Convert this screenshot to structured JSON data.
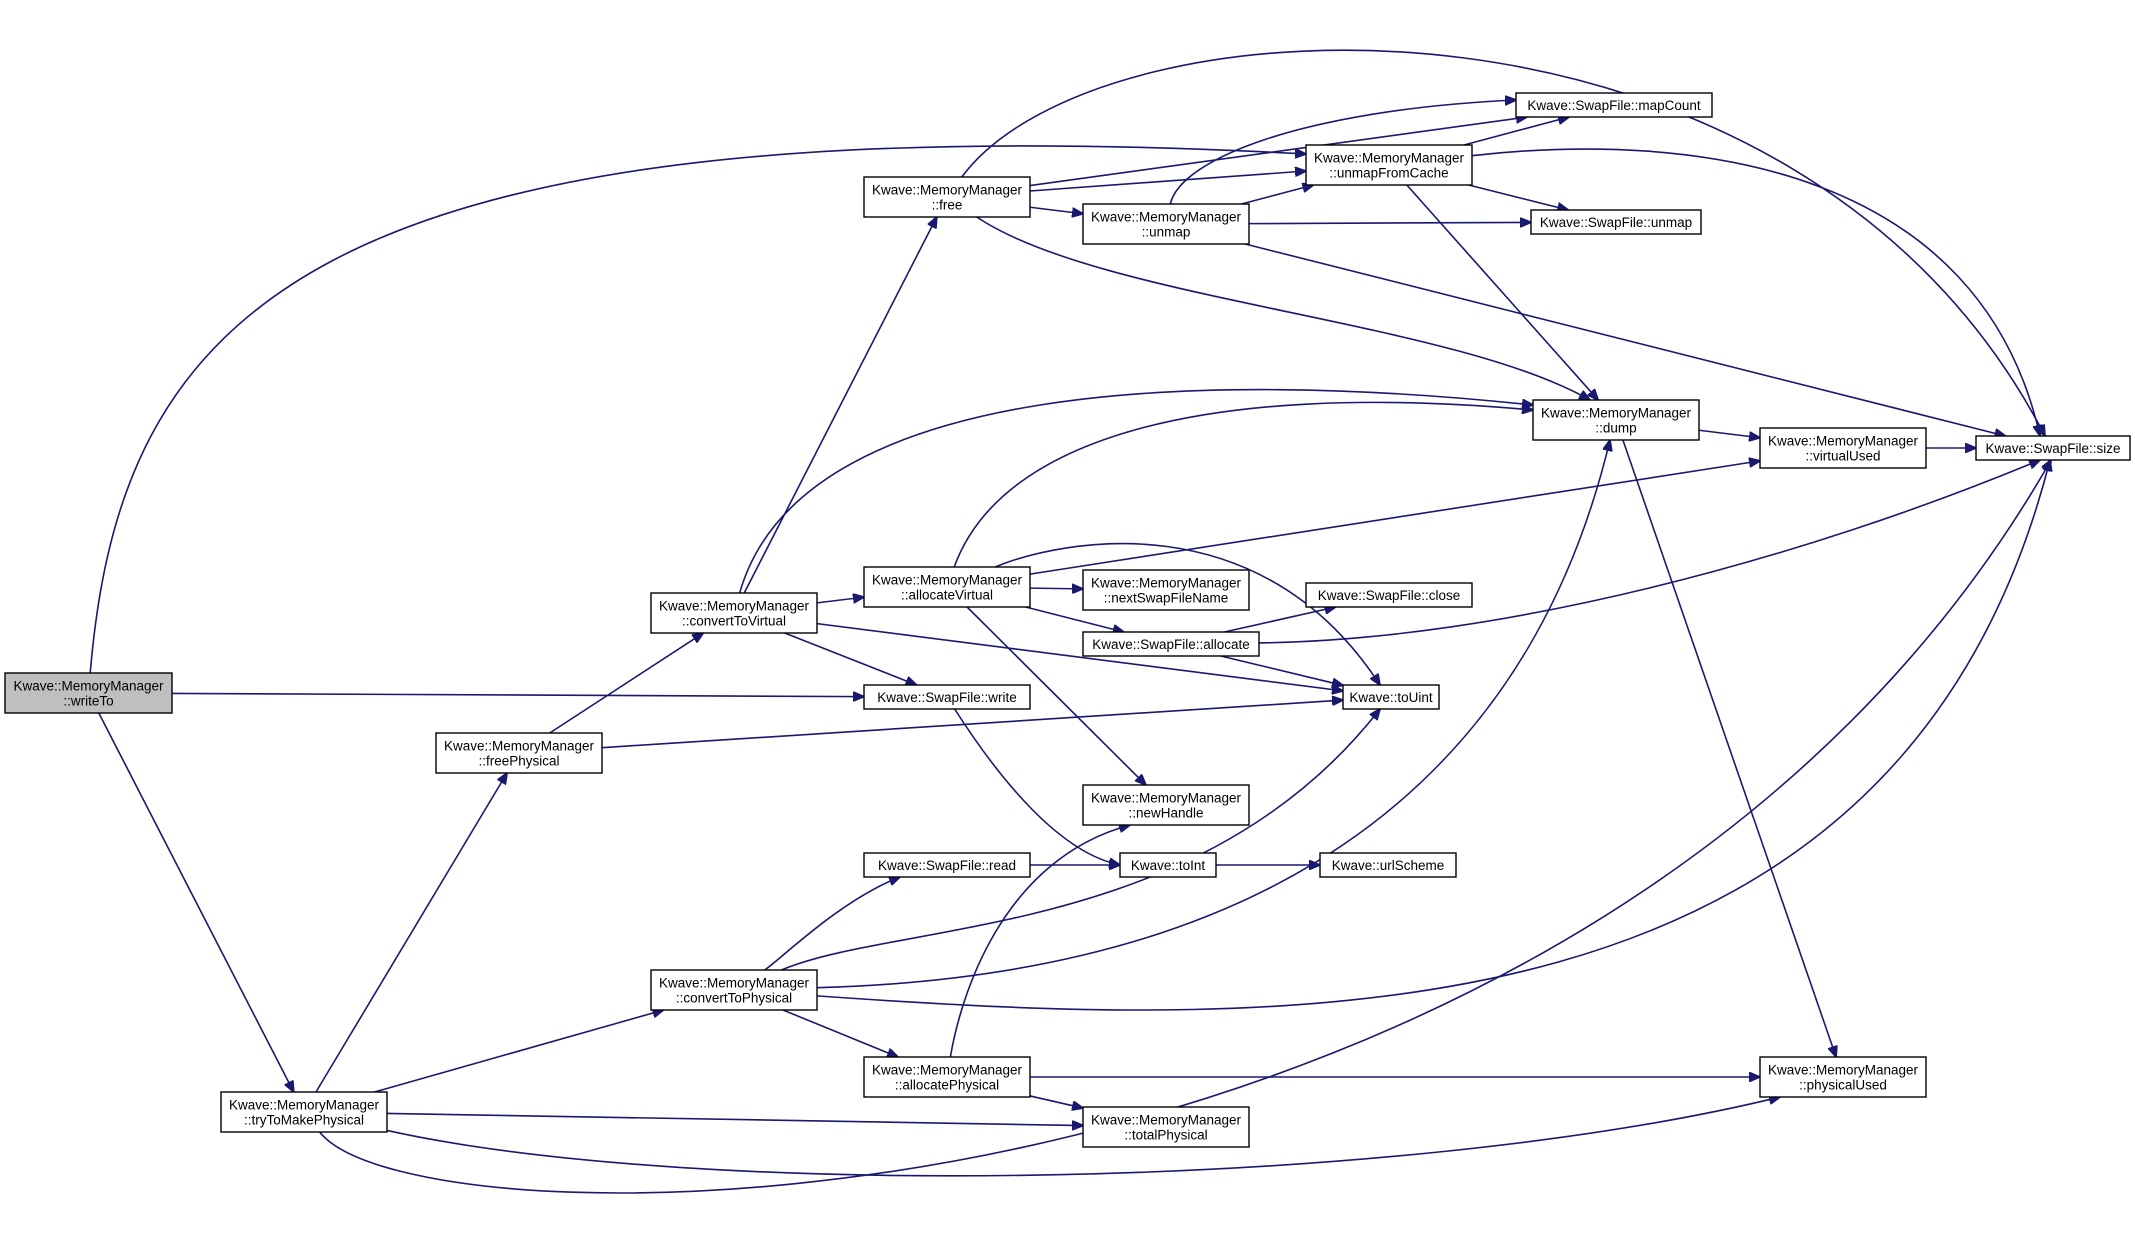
{
  "colors": {
    "edge": "#191970",
    "node_fill": "#ffffff",
    "root_fill": "#bfbfbf",
    "node_border": "#000000"
  },
  "nodes": [
    {
      "id": "writeTo",
      "lines": [
        "Kwave::MemoryManager",
        "::writeTo"
      ],
      "root": true
    },
    {
      "id": "tryToMakePhysical",
      "lines": [
        "Kwave::MemoryManager",
        "::tryToMakePhysical"
      ]
    },
    {
      "id": "freePhysical",
      "lines": [
        "Kwave::MemoryManager",
        "::freePhysical"
      ]
    },
    {
      "id": "convertToVirtual",
      "lines": [
        "Kwave::MemoryManager",
        "::convertToVirtual"
      ]
    },
    {
      "id": "convertToPhysical",
      "lines": [
        "Kwave::MemoryManager",
        "::convertToPhysical"
      ]
    },
    {
      "id": "free",
      "lines": [
        "Kwave::MemoryManager",
        "::free"
      ]
    },
    {
      "id": "allocateVirtual",
      "lines": [
        "Kwave::MemoryManager",
        "::allocateVirtual"
      ]
    },
    {
      "id": "swWrite",
      "lines": [
        "Kwave::SwapFile::write"
      ]
    },
    {
      "id": "swRead",
      "lines": [
        "Kwave::SwapFile::read"
      ]
    },
    {
      "id": "allocatePhysical",
      "lines": [
        "Kwave::MemoryManager",
        "::allocatePhysical"
      ]
    },
    {
      "id": "unmap",
      "lines": [
        "Kwave::MemoryManager",
        "::unmap"
      ]
    },
    {
      "id": "nextSwapFileName",
      "lines": [
        "Kwave::MemoryManager",
        "::nextSwapFileName"
      ]
    },
    {
      "id": "swAllocate",
      "lines": [
        "Kwave::SwapFile::allocate"
      ]
    },
    {
      "id": "newHandle",
      "lines": [
        "Kwave::MemoryManager",
        "::newHandle"
      ]
    },
    {
      "id": "toInt",
      "lines": [
        "Kwave::toInt"
      ]
    },
    {
      "id": "totalPhysical",
      "lines": [
        "Kwave::MemoryManager",
        "::totalPhysical"
      ]
    },
    {
      "id": "unmapFromCache",
      "lines": [
        "Kwave::MemoryManager",
        "::unmapFromCache"
      ]
    },
    {
      "id": "swClose",
      "lines": [
        "Kwave::SwapFile::close"
      ]
    },
    {
      "id": "toUint",
      "lines": [
        "Kwave::toUint"
      ]
    },
    {
      "id": "urlScheme",
      "lines": [
        "Kwave::urlScheme"
      ]
    },
    {
      "id": "mapCount",
      "lines": [
        "Kwave::SwapFile::mapCount"
      ]
    },
    {
      "id": "swUnmap",
      "lines": [
        "Kwave::SwapFile::unmap"
      ]
    },
    {
      "id": "dump",
      "lines": [
        "Kwave::MemoryManager",
        "::dump"
      ]
    },
    {
      "id": "virtualUsed",
      "lines": [
        "Kwave::MemoryManager",
        "::virtualUsed"
      ]
    },
    {
      "id": "physicalUsed",
      "lines": [
        "Kwave::MemoryManager",
        "::physicalUsed"
      ]
    },
    {
      "id": "size",
      "lines": [
        "Kwave::SwapFile::size"
      ]
    }
  ],
  "edges": [
    [
      "writeTo",
      "unmapFromCache"
    ],
    [
      "writeTo",
      "swWrite"
    ],
    [
      "writeTo",
      "tryToMakePhysical"
    ],
    [
      "tryToMakePhysical",
      "freePhysical"
    ],
    [
      "tryToMakePhysical",
      "convertToPhysical"
    ],
    [
      "tryToMakePhysical",
      "totalPhysical"
    ],
    [
      "tryToMakePhysical",
      "physicalUsed"
    ],
    [
      "tryToMakePhysical",
      "size"
    ],
    [
      "freePhysical",
      "convertToVirtual"
    ],
    [
      "freePhysical",
      "toUint"
    ],
    [
      "convertToVirtual",
      "free"
    ],
    [
      "convertToVirtual",
      "dump"
    ],
    [
      "convertToVirtual",
      "allocateVirtual"
    ],
    [
      "convertToVirtual",
      "swWrite"
    ],
    [
      "convertToVirtual",
      "toUint"
    ],
    [
      "free",
      "size"
    ],
    [
      "free",
      "mapCount"
    ],
    [
      "free",
      "unmapFromCache"
    ],
    [
      "free",
      "unmap"
    ],
    [
      "free",
      "dump"
    ],
    [
      "unmap",
      "mapCount"
    ],
    [
      "unmap",
      "unmapFromCache"
    ],
    [
      "unmap",
      "swUnmap"
    ],
    [
      "unmap",
      "size"
    ],
    [
      "unmapFromCache",
      "mapCount"
    ],
    [
      "unmapFromCache",
      "swUnmap"
    ],
    [
      "unmapFromCache",
      "size"
    ],
    [
      "unmapFromCache",
      "dump"
    ],
    [
      "allocateVirtual",
      "dump"
    ],
    [
      "allocateVirtual",
      "virtualUsed"
    ],
    [
      "allocateVirtual",
      "toUint"
    ],
    [
      "allocateVirtual",
      "nextSwapFileName"
    ],
    [
      "allocateVirtual",
      "swAllocate"
    ],
    [
      "allocateVirtual",
      "newHandle"
    ],
    [
      "swAllocate",
      "swClose"
    ],
    [
      "swAllocate",
      "size"
    ],
    [
      "swAllocate",
      "toUint"
    ],
    [
      "swWrite",
      "toInt"
    ],
    [
      "swRead",
      "toInt"
    ],
    [
      "toInt",
      "urlScheme"
    ],
    [
      "convertToPhysical",
      "swRead"
    ],
    [
      "convertToPhysical",
      "toUint"
    ],
    [
      "convertToPhysical",
      "dump"
    ],
    [
      "convertToPhysical",
      "size"
    ],
    [
      "convertToPhysical",
      "allocatePhysical"
    ],
    [
      "allocatePhysical",
      "newHandle"
    ],
    [
      "allocatePhysical",
      "physicalUsed"
    ],
    [
      "allocatePhysical",
      "totalPhysical"
    ],
    [
      "dump",
      "virtualUsed"
    ],
    [
      "dump",
      "physicalUsed"
    ],
    [
      "virtualUsed",
      "size"
    ]
  ]
}
